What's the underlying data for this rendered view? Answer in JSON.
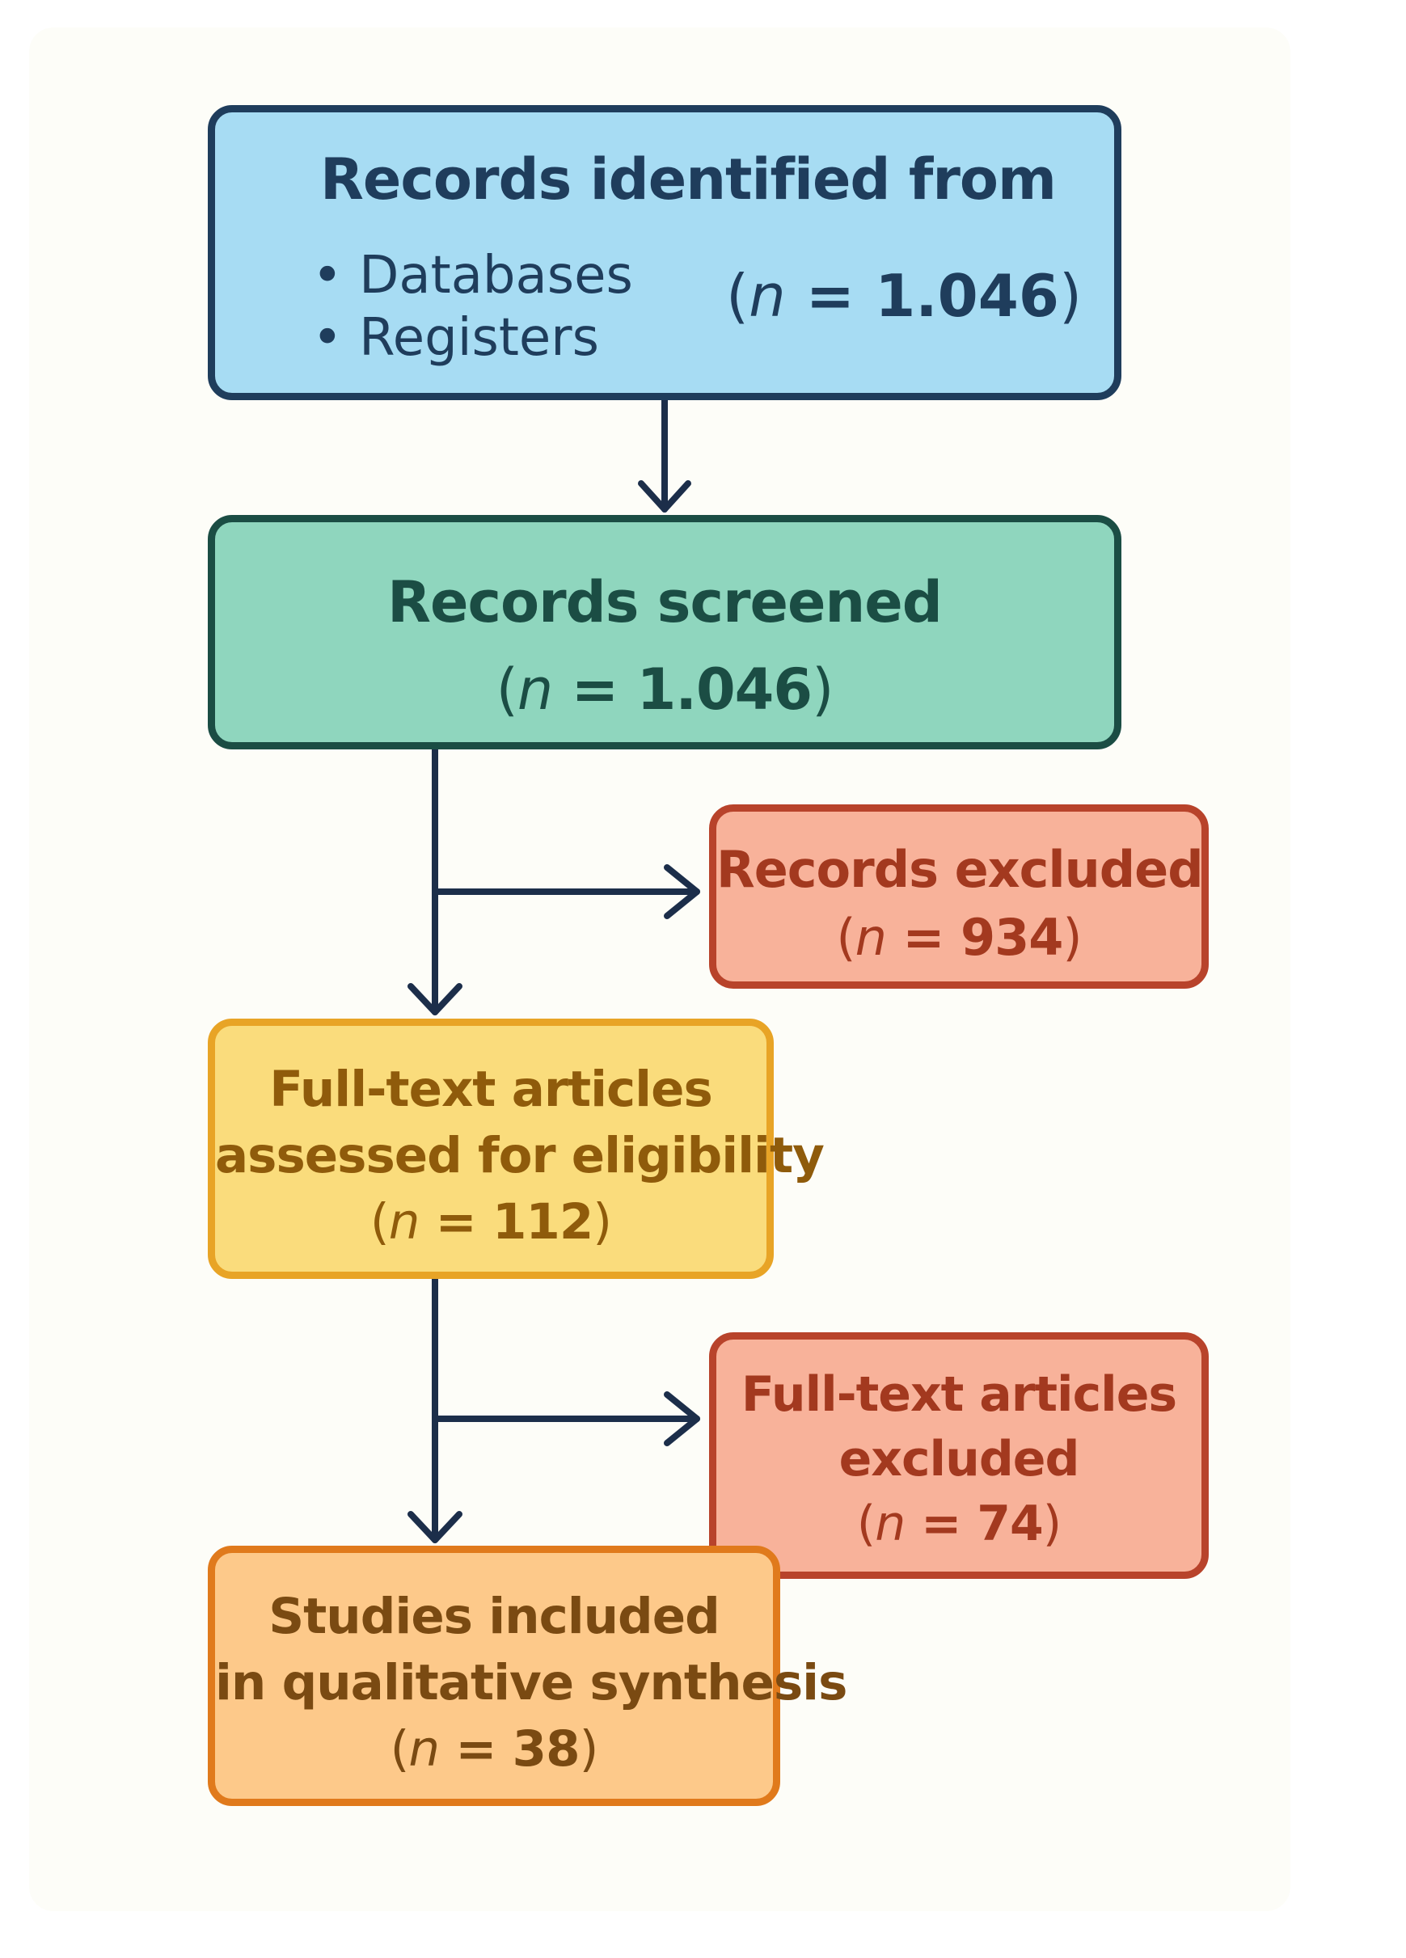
{
  "identification": {
    "title": "Records identified from",
    "sources": [
      "• Databases",
      "• Registers"
    ],
    "count_open": "(",
    "count_var": "n",
    "count_value": " = 1.046",
    "count_close": ")"
  },
  "screening": {
    "title": "Records screened",
    "count_open": "(",
    "count_var": "n",
    "count_value": " = 1.046",
    "count_close": ")"
  },
  "records_excluded": {
    "title": "Records excluded",
    "count_open": "(",
    "count_var": "n",
    "count_value": " = 934",
    "count_close": ")"
  },
  "eligibility": {
    "title_lines": [
      "Full-text articles",
      "assessed for eligibility"
    ],
    "count_open": "(",
    "count_var": "n",
    "count_value": " = 112",
    "count_close": ")"
  },
  "fulltext_excluded": {
    "title_lines": [
      "Full-text articles",
      "excluded"
    ],
    "count_open": "(",
    "count_var": "n",
    "count_value": " = 74",
    "count_close": ")"
  },
  "included": {
    "title_lines": [
      "Studies included",
      "in qualitative synthesis"
    ],
    "count_open": "(",
    "count_var": "n",
    "count_value": " = 38",
    "count_close": ")"
  },
  "colors": {
    "arrow": "#1c2e4a",
    "identification_fill": "#a7dcf3",
    "screening_fill": "#8fd6be",
    "excluded_fill": "#f8b29a",
    "eligibility_fill": "#fadc7c",
    "included_fill": "#fdc98a"
  }
}
